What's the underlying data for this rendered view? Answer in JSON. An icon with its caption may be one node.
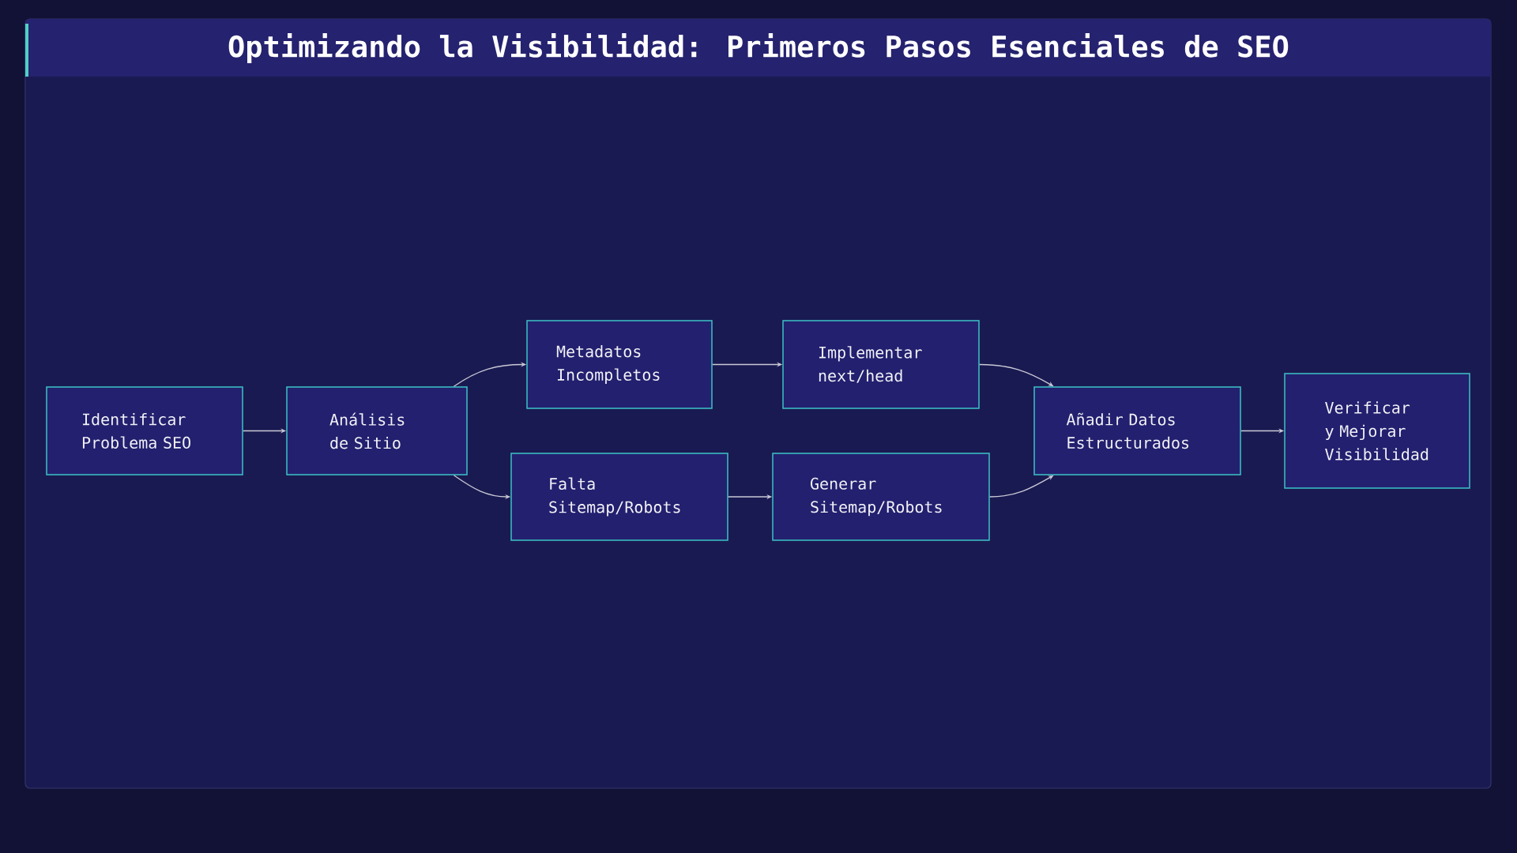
{
  "diagram": {
    "title": "Optimizando la Visibilidad: Primeros Pasos Esenciales de SEO",
    "nodes": [
      {
        "text": [
          "Identificar Problema SEO"
        ]
      },
      {
        "text": [
          "Análisis de Sitio"
        ]
      },
      {
        "text": [
          "Metadatos Incompletos"
        ]
      },
      {
        "text": [
          "Implementar next/head"
        ]
      },
      {
        "text": [
          "Falta Sitemap/Robots"
        ]
      },
      {
        "text": [
          "Generar Sitemap/Robots"
        ]
      },
      {
        "text": [
          "Añadir Datos Estructurados"
        ]
      },
      {
        "text": [
          "Verificar y Mejorar Visibilidad"
        ]
      }
    ],
    "edges": [
      {
        "from": 0,
        "to": 1,
        "arrow": "to"
      },
      {
        "from": 1,
        "to": 2,
        "arrow": "to"
      },
      {
        "from": 1,
        "to": 4,
        "arrow": "to"
      },
      {
        "from": 2,
        "to": 3,
        "arrow": "to"
      },
      {
        "from": 4,
        "to": 5,
        "arrow": "to"
      },
      {
        "from": 3,
        "to": 6,
        "arrow": "to"
      },
      {
        "from": 5,
        "to": 6,
        "arrow": "to"
      },
      {
        "from": 6,
        "to": 7,
        "arrow": "to"
      }
    ]
  }
}
